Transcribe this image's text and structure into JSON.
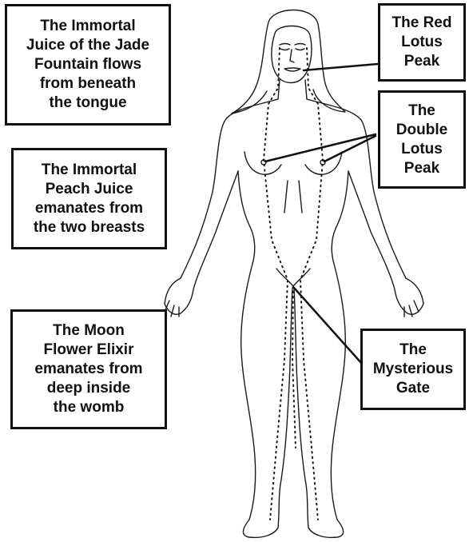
{
  "labels": {
    "jade_fountain": "The Immortal\nJuice of the Jade\nFountain flows\nfrom beneath\nthe tongue",
    "peach_juice": "The Immortal\nPeach Juice\nemanates from\nthe two breasts",
    "moon_flower": "The Moon\nFlower Elixir\nemanates from\ndeep inside\nthe womb",
    "red_lotus": "The Red\nLotus\nPeak",
    "double_lotus": "The\nDouble\nLotus\nPeak",
    "mysterious_gate": "The\nMysterious\nGate"
  },
  "colors": {
    "ink": "#111111",
    "background": "#ffffff"
  }
}
